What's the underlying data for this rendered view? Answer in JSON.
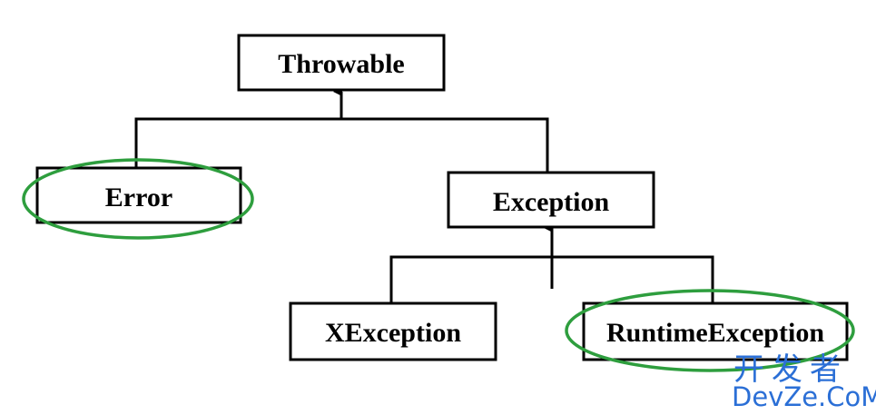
{
  "diagram": {
    "nodes": {
      "throwable": "Throwable",
      "error": "Error",
      "exception": "Exception",
      "xexception": "XException",
      "runtime_exception": "RuntimeException"
    },
    "edges": [
      {
        "from": "error",
        "to": "throwable"
      },
      {
        "from": "exception",
        "to": "throwable"
      },
      {
        "from": "xexception",
        "to": "exception"
      },
      {
        "from": "runtime_exception",
        "to": "exception"
      }
    ],
    "highlighted": [
      "error",
      "runtime_exception"
    ]
  },
  "colors": {
    "highlight": "#2e9e3e",
    "watermark": "#2b6fd6",
    "line": "#000000"
  },
  "watermark": {
    "chinese": "开发者",
    "site": "DevZe.CoM"
  }
}
